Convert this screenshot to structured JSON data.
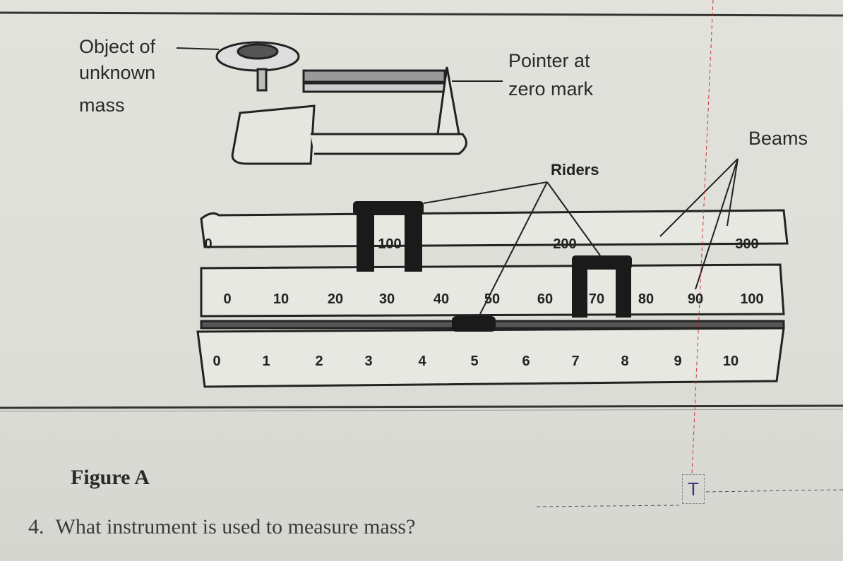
{
  "figure": {
    "labels": {
      "object_line1": "Object of",
      "object_line2": "unknown",
      "object_line3": "mass",
      "pointer_line1": "Pointer at",
      "pointer_line2": "zero mark",
      "beams": "Beams",
      "riders": "Riders"
    },
    "top_beam_ticks": [
      "0",
      "100",
      "200",
      "300"
    ],
    "middle_beam_ticks": [
      "0",
      "10",
      "20",
      "30",
      "40",
      "50",
      "60",
      "70",
      "80",
      "90",
      "100"
    ],
    "bottom_beam_ticks": [
      "0",
      "1",
      "2",
      "3",
      "4",
      "5",
      "6",
      "7",
      "8",
      "9",
      "10"
    ],
    "caption": "Figure A"
  },
  "question": {
    "number": "4.",
    "text": "What instrument is used to measure mass?"
  },
  "text_cursor": {
    "glyph": "T"
  }
}
